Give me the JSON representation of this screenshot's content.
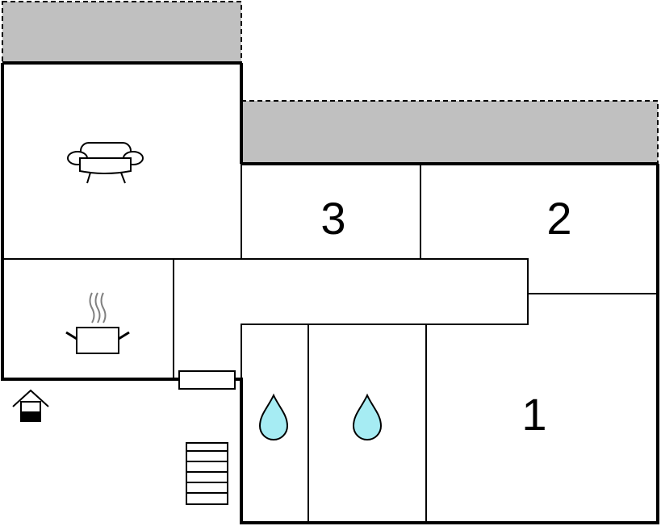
{
  "floorplan": {
    "rooms": [
      {
        "label": "3"
      },
      {
        "label": "2"
      },
      {
        "label": "1"
      }
    ],
    "icons": {
      "living": "sofa-icon",
      "kitchen": "cooking-pot-icon",
      "bath1": "water-drop-icon",
      "bath2": "water-drop-icon",
      "entrance": "house-entrance-icon",
      "stairs": "stairs-icon",
      "door": "entrance-door"
    },
    "colors": {
      "terrace": "#c0c0c0",
      "water": "#a6ecf3",
      "wall": "#000000",
      "steam": "#808080"
    }
  }
}
